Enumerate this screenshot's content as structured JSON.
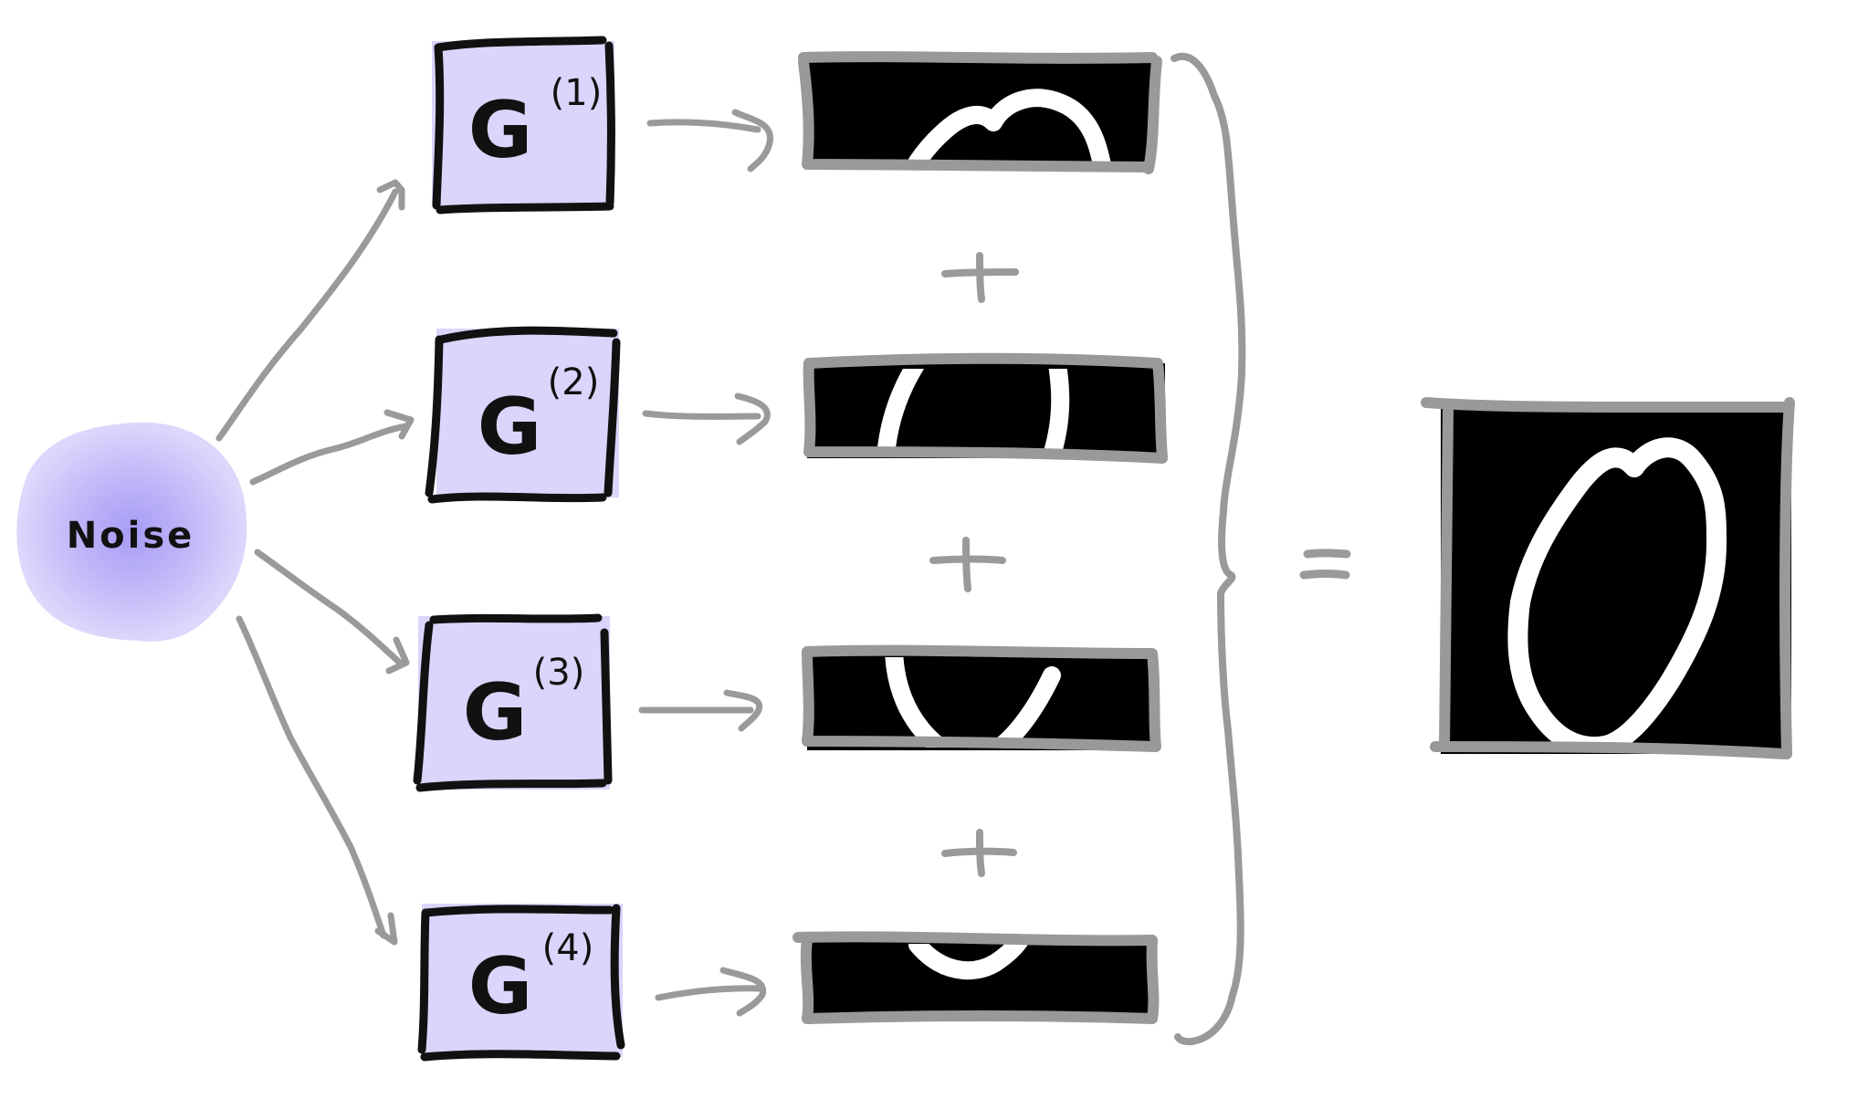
{
  "noise": {
    "label": "Noise"
  },
  "generators": [
    {
      "symbol": "G",
      "superscript": "(1)"
    },
    {
      "symbol": "G",
      "superscript": "(2)"
    },
    {
      "symbol": "G",
      "superscript": "(3)"
    },
    {
      "symbol": "G",
      "superscript": "(4)"
    }
  ],
  "operators": {
    "plus": "+",
    "equals": "="
  },
  "colors": {
    "generator_fill": "#dad5fb",
    "noise_fill": "#b9affa",
    "arrow": "#9a9a9a",
    "outline": "#111111",
    "image_bg": "#000000",
    "stroke": "#ffffff"
  }
}
